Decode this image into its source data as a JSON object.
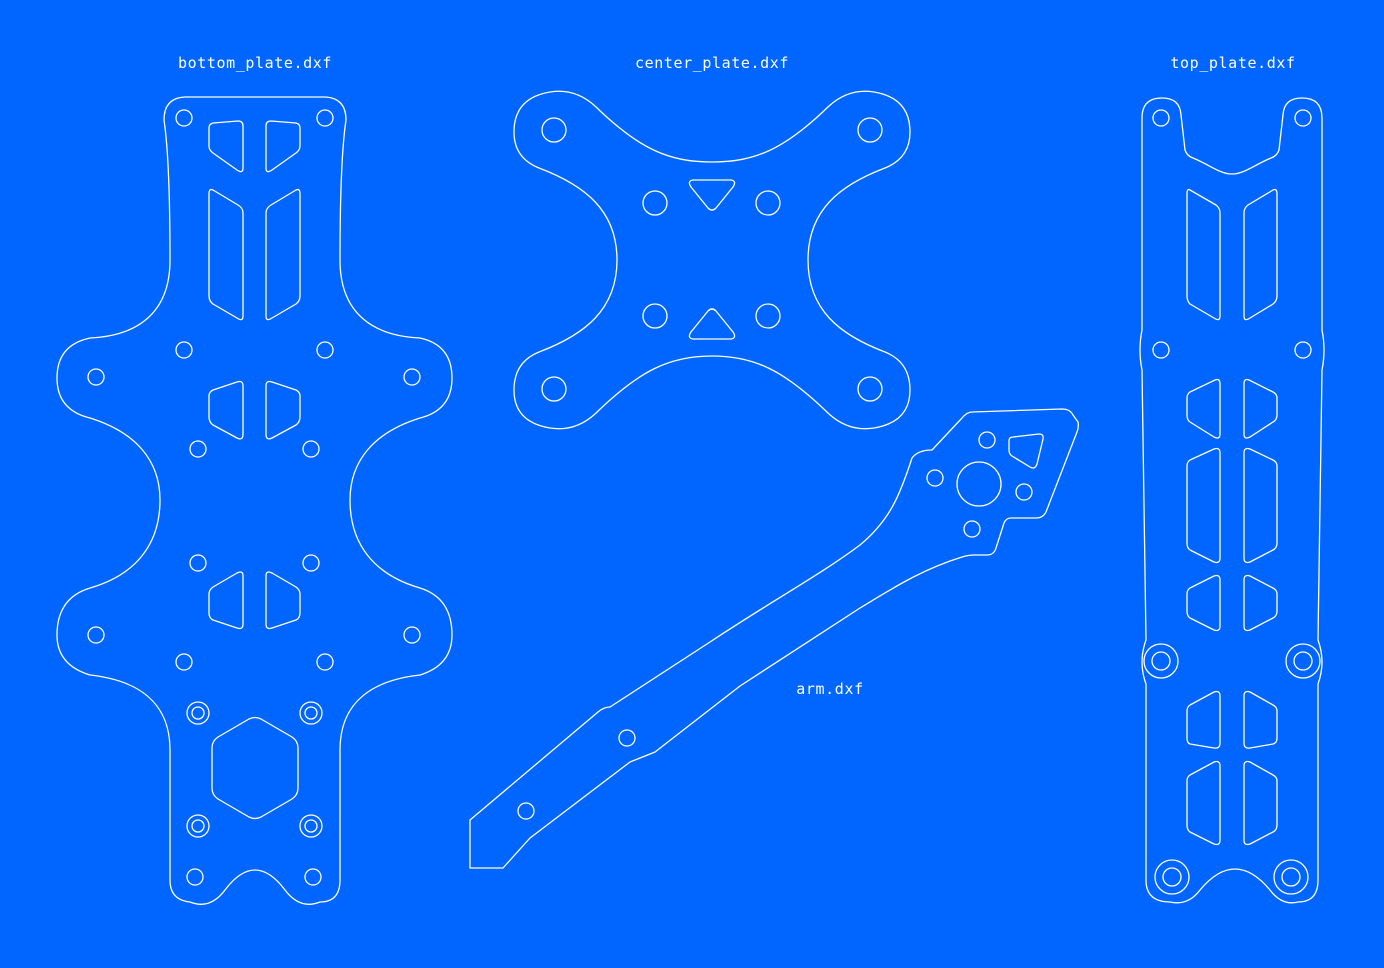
{
  "theme": {
    "background": "#0066ff",
    "stroke": "#ffffff"
  },
  "parts": {
    "bottom_plate": {
      "label": "bottom_plate.dxf"
    },
    "center_plate": {
      "label": "center_plate.dxf"
    },
    "top_plate": {
      "label": "top_plate.dxf"
    },
    "arm": {
      "label": "arm.dxf"
    }
  }
}
